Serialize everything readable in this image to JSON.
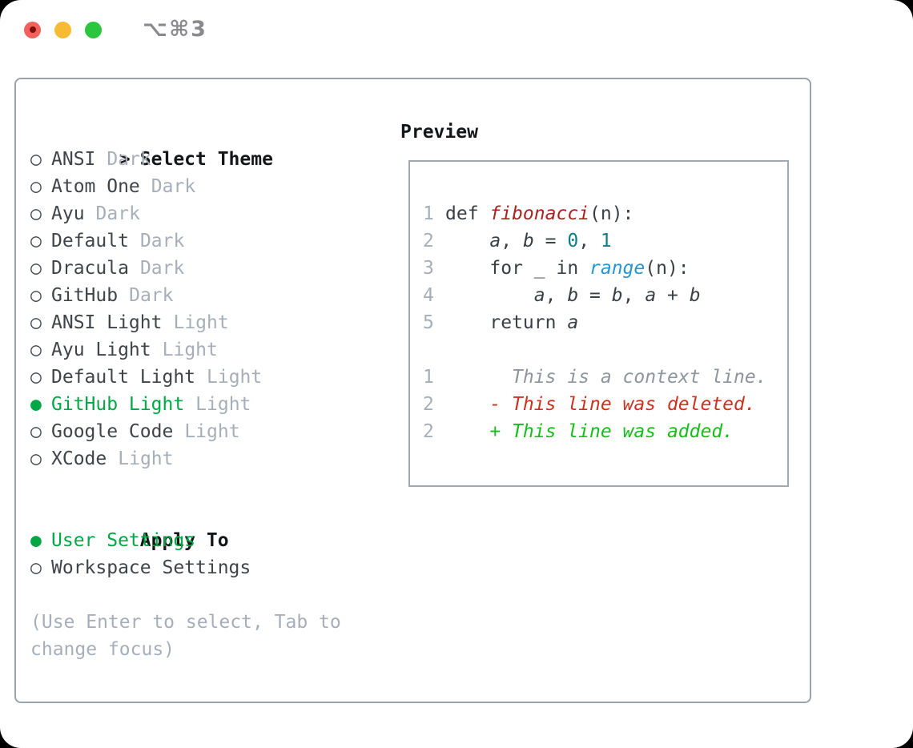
{
  "window": {
    "shortcut": "⌥⌘3"
  },
  "colors": {
    "traffic_red": "#f2615c",
    "traffic_red_dot": "#7d100c",
    "traffic_yellow": "#f7bb33",
    "traffic_green": "#2cc53e",
    "title_gray": "#8a8a8e",
    "panel_border": "#9aa3ae",
    "preview_border": "#a0a8b1",
    "header_black": "#141618",
    "label_dark": "#3f4449",
    "radio_gray": "#42474d",
    "muted_gray": "#a6afb9",
    "context_gray": "#8d959e",
    "code_text": "#3a3f45",
    "accent_selected_green": "#00a845",
    "diff_added_green": "#16bd1c",
    "diff_deleted_red": "#cd3120",
    "syntax_function_red": "#a8231f",
    "syntax_builtin_blue": "#2596d2",
    "syntax_number_teal": "#0c7d85"
  },
  "theme_picker": {
    "header": {
      "marker": ">",
      "label": "Select Theme"
    },
    "items": [
      {
        "marker": "○",
        "label": "ANSI",
        "tag": "Dark",
        "selected": false
      },
      {
        "marker": "○",
        "label": "Atom One",
        "tag": "Dark",
        "selected": false
      },
      {
        "marker": "○",
        "label": "Ayu",
        "tag": "Dark",
        "selected": false
      },
      {
        "marker": "○",
        "label": "Default",
        "tag": "Dark",
        "selected": false
      },
      {
        "marker": "○",
        "label": "Dracula",
        "tag": "Dark",
        "selected": false
      },
      {
        "marker": "○",
        "label": "GitHub",
        "tag": "Dark",
        "selected": false
      },
      {
        "marker": "○",
        "label": "ANSI Light",
        "tag": "Light",
        "selected": false
      },
      {
        "marker": "○",
        "label": "Ayu Light",
        "tag": "Light",
        "selected": false
      },
      {
        "marker": "○",
        "label": "Default Light",
        "tag": "Light",
        "selected": false
      },
      {
        "marker": "●",
        "label": "GitHub Light",
        "tag": "Light",
        "selected": true
      },
      {
        "marker": "○",
        "label": "Google Code",
        "tag": "Light",
        "selected": false
      },
      {
        "marker": "○",
        "label": "XCode",
        "tag": "Light",
        "selected": false
      }
    ],
    "apply_to": {
      "header": "Apply To",
      "items": [
        {
          "marker": "●",
          "label": "User Settings",
          "selected": true
        },
        {
          "marker": "○",
          "label": "Workspace Settings",
          "selected": false
        }
      ]
    },
    "hint_lines": [
      "(Use Enter to select, Tab to",
      "change focus)"
    ]
  },
  "preview": {
    "header": "Preview",
    "lines": [
      {
        "kind": "code",
        "num": "1",
        "segments": [
          {
            "t": "def ",
            "c": "code"
          },
          {
            "t": "fibonacci",
            "c": "func"
          },
          {
            "t": "(n):",
            "c": "code"
          }
        ]
      },
      {
        "kind": "code",
        "num": "2",
        "segments": [
          {
            "t": "    ",
            "c": "code"
          },
          {
            "t": "a",
            "c": "var"
          },
          {
            "t": ", ",
            "c": "code"
          },
          {
            "t": "b",
            "c": "var"
          },
          {
            "t": " = ",
            "c": "code"
          },
          {
            "t": "0",
            "c": "num"
          },
          {
            "t": ", ",
            "c": "code"
          },
          {
            "t": "1",
            "c": "num"
          }
        ]
      },
      {
        "kind": "code",
        "num": "3",
        "segments": [
          {
            "t": "    for _ in ",
            "c": "code"
          },
          {
            "t": "range",
            "c": "builtin"
          },
          {
            "t": "(n):",
            "c": "code"
          }
        ]
      },
      {
        "kind": "code",
        "num": "4",
        "segments": [
          {
            "t": "        ",
            "c": "code"
          },
          {
            "t": "a",
            "c": "var"
          },
          {
            "t": ", ",
            "c": "code"
          },
          {
            "t": "b",
            "c": "var"
          },
          {
            "t": " = ",
            "c": "code"
          },
          {
            "t": "b",
            "c": "var"
          },
          {
            "t": ", ",
            "c": "code"
          },
          {
            "t": "a",
            "c": "var"
          },
          {
            "t": " + ",
            "c": "code"
          },
          {
            "t": "b",
            "c": "var"
          }
        ]
      },
      {
        "kind": "code",
        "num": "5",
        "segments": [
          {
            "t": "    return ",
            "c": "code"
          },
          {
            "t": "a",
            "c": "var"
          }
        ]
      },
      {
        "kind": "blank",
        "num": "",
        "segments": []
      },
      {
        "kind": "context",
        "num": "1",
        "segments": [
          {
            "t": "      This is a context line.",
            "c": "context"
          }
        ]
      },
      {
        "kind": "deleted",
        "num": "2",
        "segments": [
          {
            "t": "    - This line was deleted.",
            "c": "deleted"
          }
        ]
      },
      {
        "kind": "added",
        "num": "2",
        "segments": [
          {
            "t": "    + This line was added.",
            "c": "added"
          }
        ]
      }
    ]
  }
}
